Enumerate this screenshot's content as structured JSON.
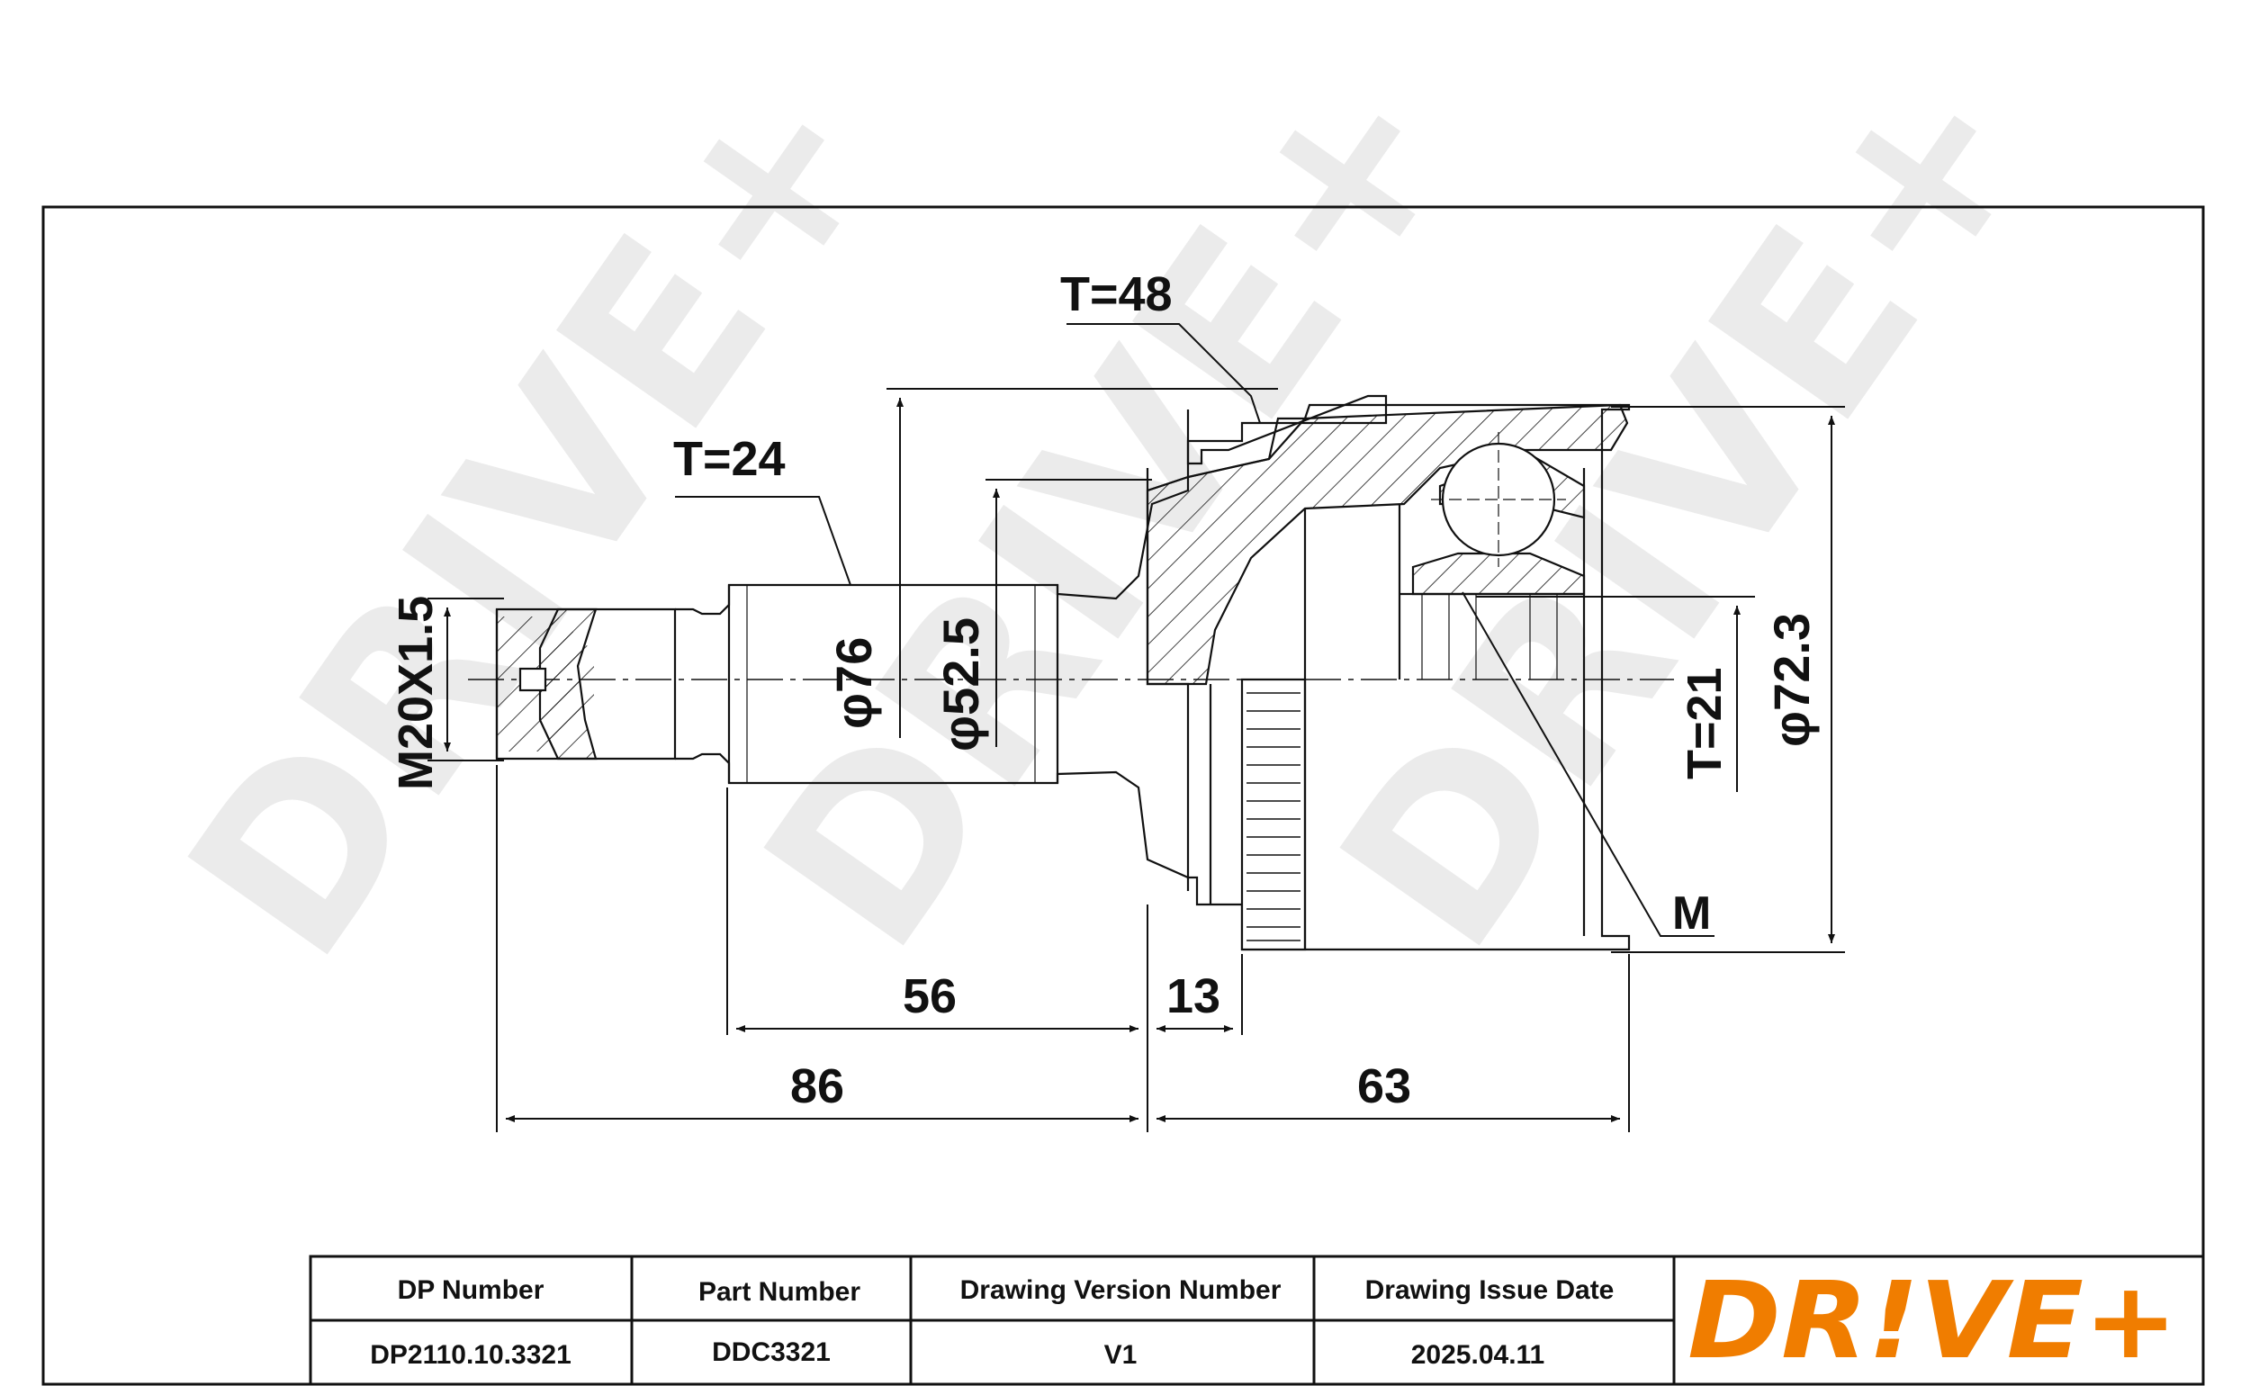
{
  "watermark": {
    "text": "DRIVE+"
  },
  "dimensions": {
    "t48": "T=48",
    "t24": "T=24",
    "thread": "M20X1.5",
    "d76": "φ76",
    "d52": "φ52.5",
    "t21": "T=21",
    "d72": "φ72.3",
    "m": "M",
    "l56": "56",
    "l13": "13",
    "l86": "86",
    "l63": "63"
  },
  "title_block": {
    "headers": {
      "dp_number": "DP Number",
      "part_number": "Part Number",
      "version": "Drawing Version Number",
      "issue_date": "Drawing Issue Date"
    },
    "values": {
      "dp_number": "DP2110.10.3321",
      "part_number": "DDC3321",
      "version": "V1",
      "issue_date": "2025.04.11"
    }
  },
  "logo": {
    "text": "DR!VE+",
    "color": "#f07d00"
  },
  "colors": {
    "line": "#111111",
    "watermark": "#ebebeb",
    "brand": "#f07d00"
  }
}
